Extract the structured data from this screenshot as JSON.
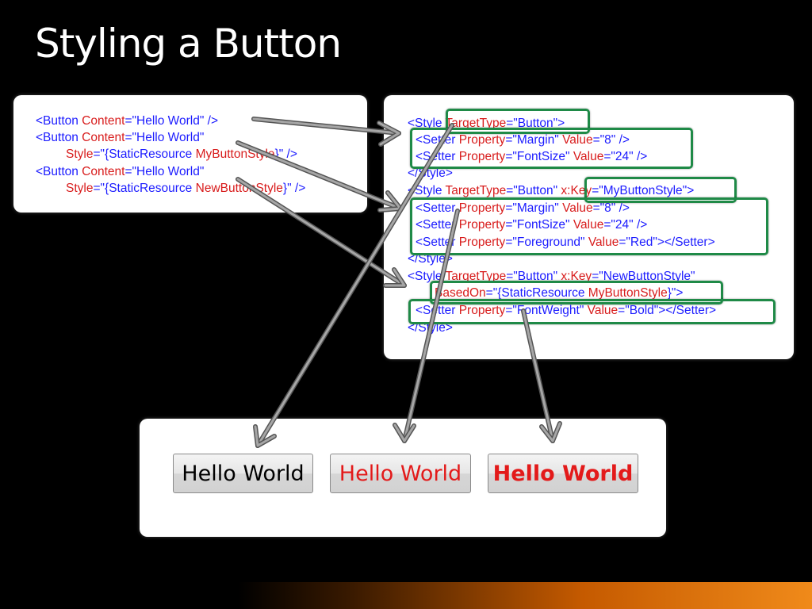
{
  "slide": {
    "title": "Styling a Button"
  },
  "usage_code": {
    "line1": {
      "tag": "<Button ",
      "attr": "Content",
      "eq": "=\"",
      "val": "Hello World",
      "end": "\" />"
    },
    "line2": {
      "tag": "<Button ",
      "attr": "Content",
      "eq": "=\"",
      "val": "Hello World",
      "end": "\""
    },
    "line3": {
      "attr": "Style",
      "eq": "=\"{",
      "res": "StaticResource ",
      "key": "MyButtonStyle",
      "end": "}\" />"
    },
    "line4": {
      "tag": "<Button ",
      "attr": "Content",
      "eq": "=\"",
      "val": "Hello World",
      "end": "\""
    },
    "line5": {
      "attr": "Style",
      "eq": "=\"{",
      "res": "StaticResource ",
      "key": "NewButtonStyle",
      "end": "}\" />"
    }
  },
  "styles_code": {
    "s1_open": {
      "tag": "<Style ",
      "attr": "TargetType",
      "eq": "=\"",
      "val": "Button",
      "end": "\">"
    },
    "s1_setter1": {
      "tag": "<Setter ",
      "a1": "Property",
      "v1": "Margin",
      "a2": "Value",
      "v2": "8",
      "end": "\" />"
    },
    "s1_setter2": {
      "tag": "<Setter ",
      "a1": "Property",
      "v1": "FontSize",
      "a2": "Value",
      "v2": "24",
      "end": "\" />"
    },
    "s1_close": "</Style>",
    "s2_open": {
      "tag": "<Style ",
      "attr": "TargetType",
      "eq": "=\"",
      "val": "Button",
      "q": "\" ",
      "key_attr": "x:Key",
      "key_val": "MyButtonStyle",
      "end": "\">"
    },
    "s2_setter1": {
      "tag": "<Setter ",
      "a1": "Property",
      "v1": "Margin",
      "a2": "Value",
      "v2": "8",
      "end": "\" />"
    },
    "s2_setter2": {
      "tag": "<Setter ",
      "a1": "Property",
      "v1": "FontSize",
      "a2": "Value",
      "v2": "24",
      "end": "\" />"
    },
    "s2_setter3": {
      "tag": "<Setter ",
      "a1": "Property",
      "v1": "Foreground",
      "a2": "Value",
      "v2": "Red",
      "end": "\"></Setter>"
    },
    "s2_close": "</Style>",
    "s3_open": {
      "tag": "<Style ",
      "attr": "TargetType",
      "eq": "=\"",
      "val": "Button",
      "q": "\" ",
      "key_attr": "x:Key",
      "key_val": "NewButtonStyle",
      "end": "\""
    },
    "s3_based": {
      "attr": "BasedOn",
      "eq": "=\"{",
      "res": "StaticResource ",
      "key": "MyButtonStyle",
      "end": "}\">"
    },
    "s3_setter1": {
      "tag": "<Setter ",
      "a1": "Property",
      "v1": "FontWeight",
      "a2": "Value",
      "v2": "Bold",
      "end": "\"></Setter>"
    },
    "s3_close": "</Style>"
  },
  "result_buttons": [
    {
      "label": "Hello World"
    },
    {
      "label": "Hello World"
    },
    {
      "label": "Hello World"
    }
  ],
  "colors": {
    "tag_blue": "#1c1cff",
    "attr_red": "#d81c1c",
    "highlight_green": "#1f8a47",
    "arrow_gray": "#8c8c8c",
    "accent_orange": "#f08a1a"
  }
}
